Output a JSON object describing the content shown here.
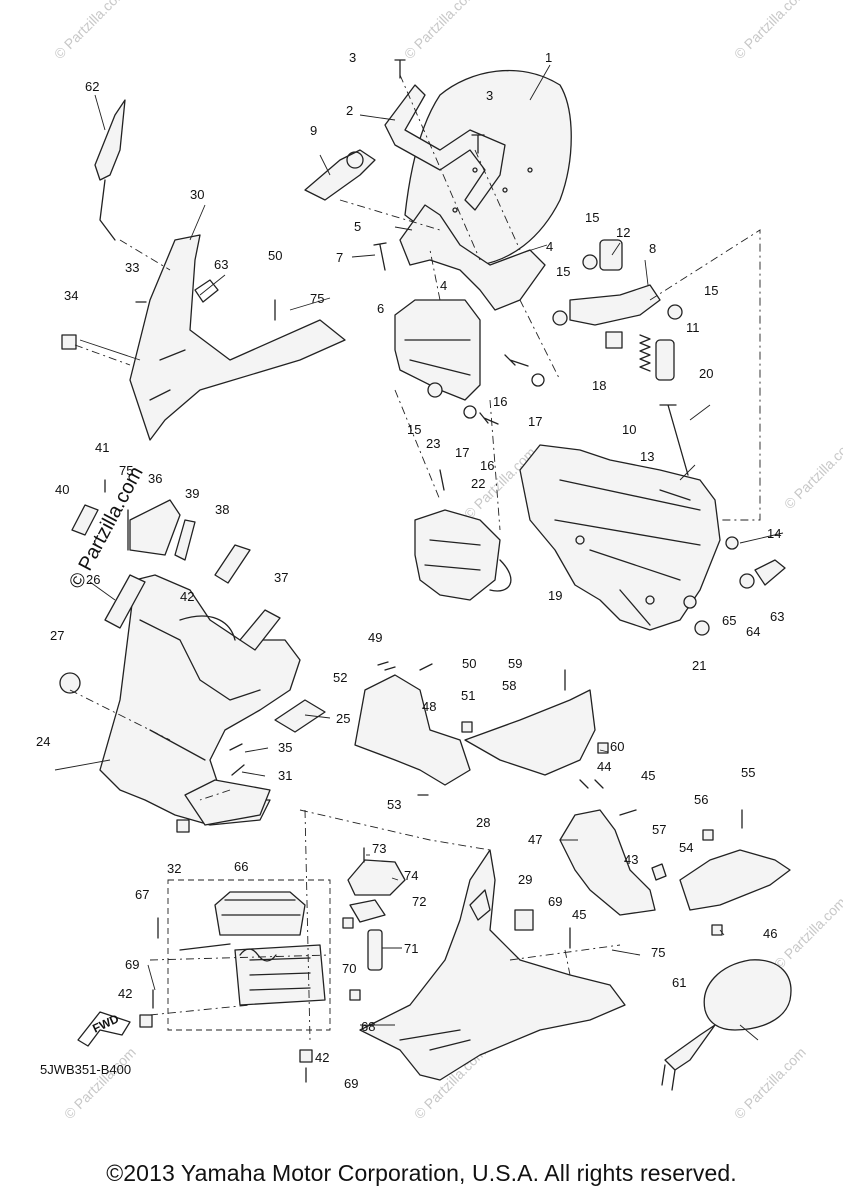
{
  "diagram": {
    "reference_code": "5JWB351-B400",
    "copyright": "©2013 Yamaha Motor Corporation, U.S.A. All rights reserved.",
    "watermark": "© Partzilla.com",
    "watermark_small": "© Partzilla.com",
    "fwd_label": "FWD",
    "callouts": [
      "1",
      "2",
      "3",
      "3",
      "4",
      "4",
      "5",
      "6",
      "7",
      "8",
      "9",
      "10",
      "11",
      "12",
      "13",
      "14",
      "15",
      "15",
      "15",
      "15",
      "16",
      "16",
      "17",
      "17",
      "18",
      "19",
      "20",
      "21",
      "22",
      "23",
      "24",
      "25",
      "26",
      "27",
      "28",
      "29",
      "30",
      "31",
      "32",
      "33",
      "34",
      "35",
      "36",
      "37",
      "38",
      "39",
      "40",
      "41",
      "42",
      "42",
      "42",
      "43",
      "44",
      "45",
      "45",
      "46",
      "47",
      "48",
      "49",
      "50",
      "50",
      "51",
      "52",
      "53",
      "54",
      "55",
      "56",
      "57",
      "58",
      "59",
      "60",
      "61",
      "62",
      "63",
      "63",
      "64",
      "65",
      "66",
      "67",
      "68",
      "69",
      "69",
      "69",
      "70",
      "71",
      "72",
      "73",
      "74",
      "75",
      "75",
      "75"
    ]
  }
}
